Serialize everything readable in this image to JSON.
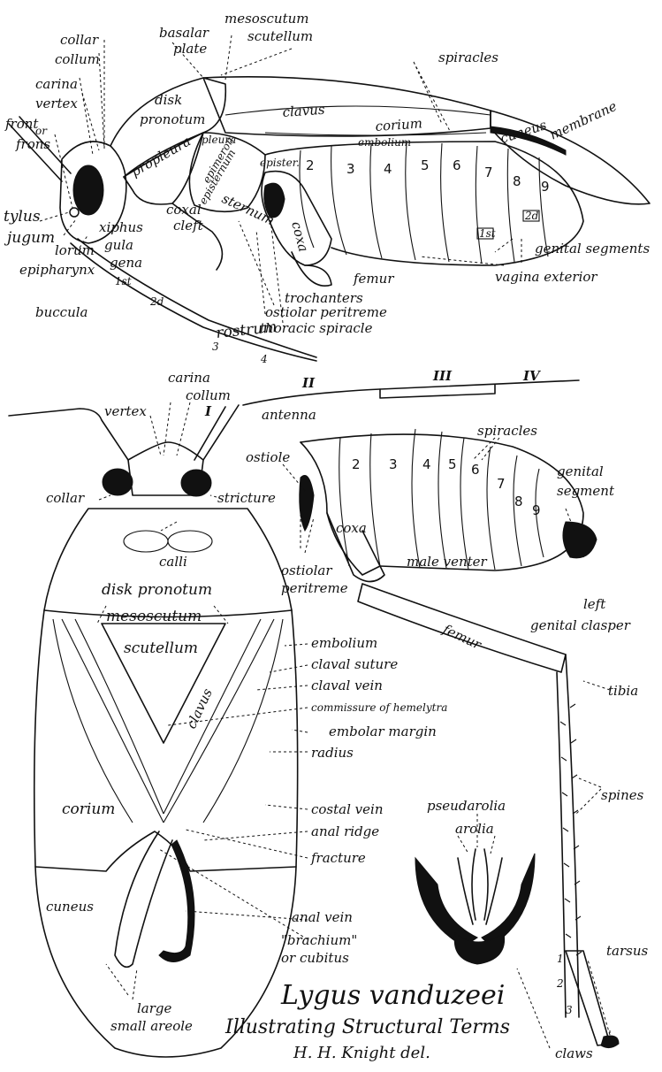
{
  "lateral_view": {
    "labels": {
      "collar": "collar",
      "collum": "collum",
      "carina": "carina",
      "vertex": "vertex",
      "front": "front",
      "or": "or",
      "frons": "frons",
      "tylus": "tylus",
      "jugum": "jugum",
      "lorum": "lorum",
      "epipharynx": "epipharynx",
      "buccula": "buccula",
      "basalar_plate_1": "basalar",
      "basalar_plate_2": "plate",
      "mesoscutum": "mesoscutum",
      "scutellum": "scutellum",
      "disk": "disk",
      "pronotum": "pronotum",
      "propleura": "propleura",
      "pleura": "pleura",
      "epimeron": "epimeron",
      "episternum": "episternum",
      "epister": "epister.",
      "coxal_cleft_1": "coxal",
      "coxal_cleft_2": "cleft",
      "xiphus": "xiphus",
      "gula": "gula",
      "gena": "gena",
      "sternum": "sternum",
      "coxa": "coxa",
      "clavus": "clavus",
      "corium": "corium",
      "embolium": "embolium",
      "cuneus": "cuneus",
      "membrane": "membrane",
      "spiracles": "spiracles",
      "genital_segments": "genital segments",
      "vagina_exterior": "vagina exterior",
      "femur": "femur",
      "trochanters": "trochanters",
      "ostiolar_peritreme": "ostiolar peritreme",
      "thoracic_spiracle": "thoracic spiracle",
      "rostrum": "rostrum",
      "seg_1st": "1st",
      "seg_2d": "2d",
      "rostrum_3": "3",
      "rostrum_4": "4",
      "box_1st": "1st",
      "box_2d": "2d"
    },
    "segment_numbers": [
      "2",
      "3",
      "4",
      "5",
      "6",
      "7",
      "8",
      "9"
    ]
  },
  "antenna_numerals": {
    "I": "I",
    "II": "II",
    "III": "III",
    "IV": "IV"
  },
  "dorsal_view": {
    "labels": {
      "carina": "carina",
      "collum": "collum",
      "vertex": "vertex",
      "antenna": "antenna",
      "collar": "collar",
      "stricture": "stricture",
      "calli": "calli",
      "disk_pronotum": "disk pronotum",
      "mesoscutum": "mesoscutum",
      "scutellum": "scutellum",
      "clavus": "clavus",
      "corium": "corium",
      "cuneus": "cuneus",
      "large": "large",
      "small_areole": "small areole",
      "embolium": "embolium",
      "claval_suture": "claval suture",
      "claval_vein": "claval vein",
      "commissure": "commissure of hemelytra",
      "embolar_margin": "embolar margin",
      "radius": "radius",
      "costal_vein": "costal vein",
      "anal_ridge": "anal ridge",
      "fracture": "fracture",
      "anal_vein": "anal vein",
      "brachium": "\"brachium\"",
      "or_cubitus": "or cubitus"
    }
  },
  "abdomen_view": {
    "labels": {
      "spiracles": "spiracles",
      "ostiole": "ostiole",
      "coxa": "coxa",
      "ostiolar": "ostiolar",
      "peritreme": "peritreme",
      "male_venter": "male venter",
      "genital": "genital",
      "segment": "segment",
      "left": "left",
      "genital_clasper": "genital clasper",
      "femur": "femur",
      "tibia": "tibia",
      "spines": "spines",
      "tarsus": "tarsus",
      "tarsus_1": "1",
      "tarsus_2": "2",
      "tarsus_3": "3"
    },
    "segment_numbers": [
      "2",
      "3",
      "4",
      "5",
      "6",
      "7",
      "8",
      "9"
    ]
  },
  "claw_detail": {
    "labels": {
      "pseudarolia": "pseudarolia",
      "arolia": "arolia",
      "claws": "claws"
    }
  },
  "title": {
    "species": "Lygus vanduzeei",
    "subtitle": "Illustrating Structural Terms",
    "credit": "H. H. Knight del."
  }
}
